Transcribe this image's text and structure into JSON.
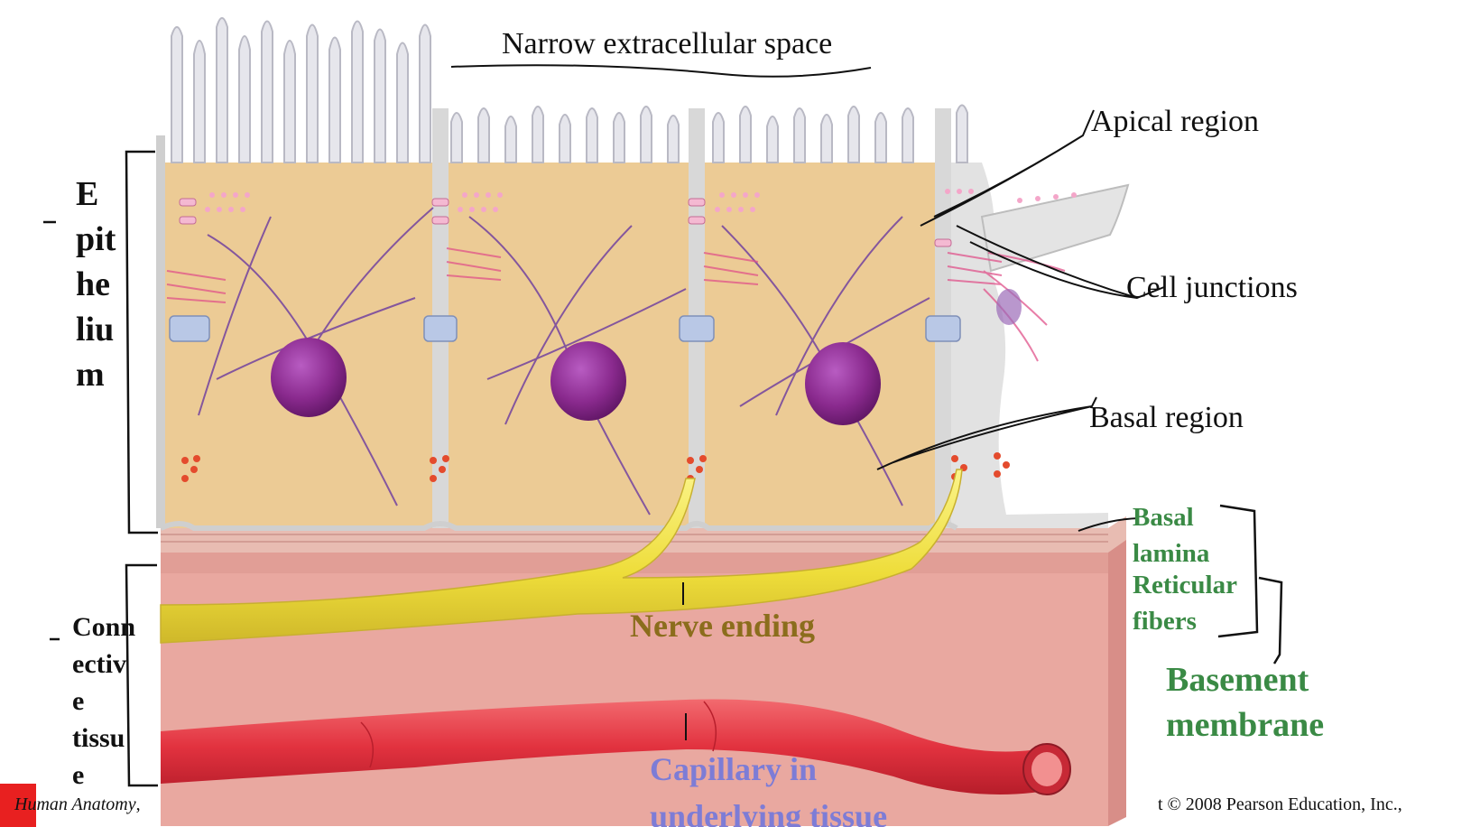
{
  "labels": {
    "narrow_space": "Narrow extracellular space",
    "apical": "Apical region",
    "cell_junctions": "Cell junctions",
    "basal_region": "Basal region",
    "nerve_ending": "Nerve ending",
    "capillary": [
      "Capillary in",
      "underlying tissue"
    ],
    "basal_lamina": [
      "Basal",
      "lamina"
    ],
    "reticular_fibers": [
      "Reticular",
      "fibers"
    ],
    "basement_membrane": [
      "Basement",
      "membrane"
    ],
    "epithelium": [
      "E",
      "pit",
      "he",
      "liu",
      "m"
    ],
    "connective": [
      "Conn",
      "ectiv",
      "e",
      "tissu",
      "e"
    ]
  },
  "footer": {
    "left_italic": "Human Anatomy",
    "left_rest": ",",
    "right": "t © 2008 Pearson Education, Inc.,"
  },
  "colors": {
    "cytoplasm": "#eccb95",
    "membrane": "#dcdcdc",
    "nucleus": "#8a2a8e",
    "connective": "#e9a8a0",
    "nerve": "#f0e040",
    "capillary": "#e2323f",
    "label_green": "#3a8a45",
    "label_nerve": "#8b6d1c",
    "label_capillary": "#7d7cd6"
  }
}
